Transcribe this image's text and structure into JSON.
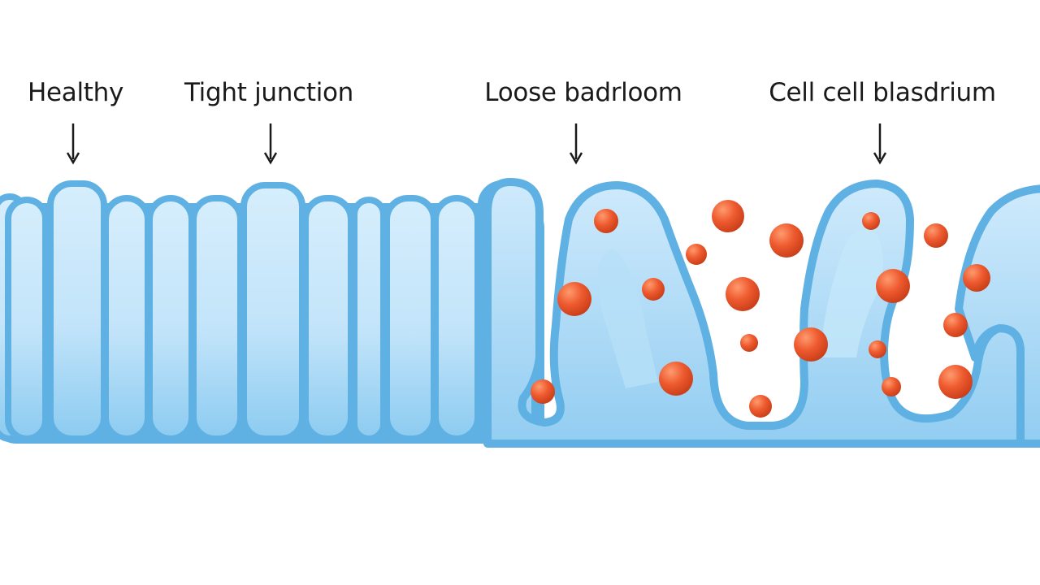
{
  "labels": {
    "healthy": "Healthy",
    "tight_junction": "Tight junction",
    "loose": "Loose badrloom",
    "cell_cell": "Cell cell blasdrium"
  },
  "colors": {
    "cell_fill": "#a9d8f5",
    "cell_outline": "#5fb1e3",
    "particle": "#e9532b",
    "arrow": "#1a1a1a"
  }
}
